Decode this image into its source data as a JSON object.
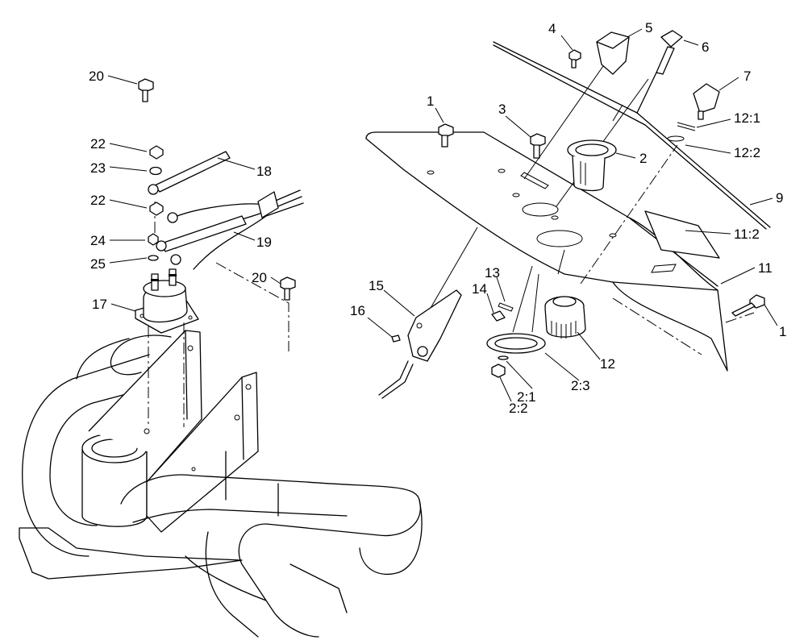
{
  "callouts": [
    {
      "id": "c1a",
      "label": "1"
    },
    {
      "id": "c1b",
      "label": "1"
    },
    {
      "id": "c2",
      "label": "2"
    },
    {
      "id": "c2_1",
      "label": "2:1"
    },
    {
      "id": "c2_2",
      "label": "2:2"
    },
    {
      "id": "c2_3",
      "label": "2:3"
    },
    {
      "id": "c3",
      "label": "3"
    },
    {
      "id": "c4",
      "label": "4"
    },
    {
      "id": "c5",
      "label": "5"
    },
    {
      "id": "c6",
      "label": "6"
    },
    {
      "id": "c7",
      "label": "7"
    },
    {
      "id": "c9",
      "label": "9"
    },
    {
      "id": "c11",
      "label": "11"
    },
    {
      "id": "c11_2",
      "label": "11:2"
    },
    {
      "id": "c12",
      "label": "12"
    },
    {
      "id": "c12_1",
      "label": "12:1"
    },
    {
      "id": "c12_2",
      "label": "12:2"
    },
    {
      "id": "c13",
      "label": "13"
    },
    {
      "id": "c14",
      "label": "14"
    },
    {
      "id": "c15",
      "label": "15"
    },
    {
      "id": "c16",
      "label": "16"
    },
    {
      "id": "c17",
      "label": "17"
    },
    {
      "id": "c18",
      "label": "18"
    },
    {
      "id": "c19",
      "label": "19"
    },
    {
      "id": "c20a",
      "label": "20"
    },
    {
      "id": "c20b",
      "label": "20"
    },
    {
      "id": "c22a",
      "label": "22"
    },
    {
      "id": "c22b",
      "label": "22"
    },
    {
      "id": "c23",
      "label": "23"
    },
    {
      "id": "c24",
      "label": "24"
    },
    {
      "id": "c25",
      "label": "25"
    }
  ]
}
